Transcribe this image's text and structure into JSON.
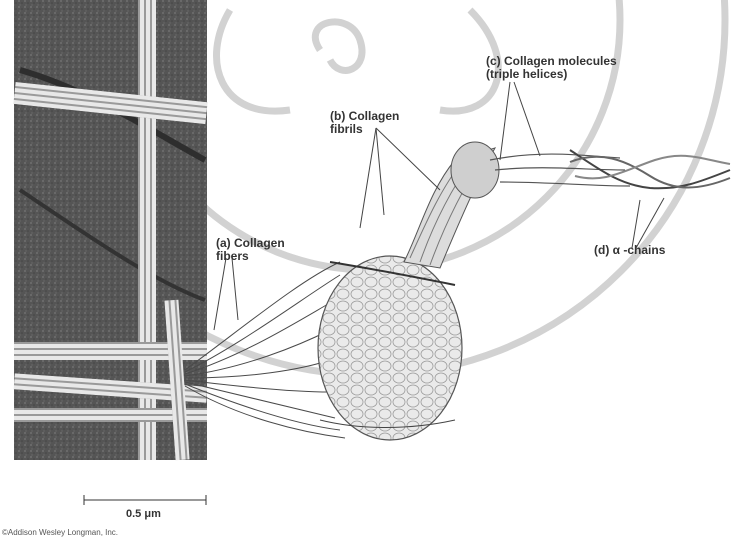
{
  "labels": {
    "a": [
      "(a) Collagen",
      "fibers"
    ],
    "b": [
      "(b) Collagen",
      "fibrils"
    ],
    "c": [
      "(c) Collagen molecules",
      "(triple helices)"
    ],
    "d": "(d) α -chains"
  },
  "scale_bar": "0.5 μm",
  "copyright": "©Addison Wesley Longman, Inc.",
  "colors": {
    "micrograph": "#5a5a5a",
    "fiber": "#e6e6e6",
    "outline": "#3a3a3a",
    "watermark": "#cfcfcf"
  }
}
